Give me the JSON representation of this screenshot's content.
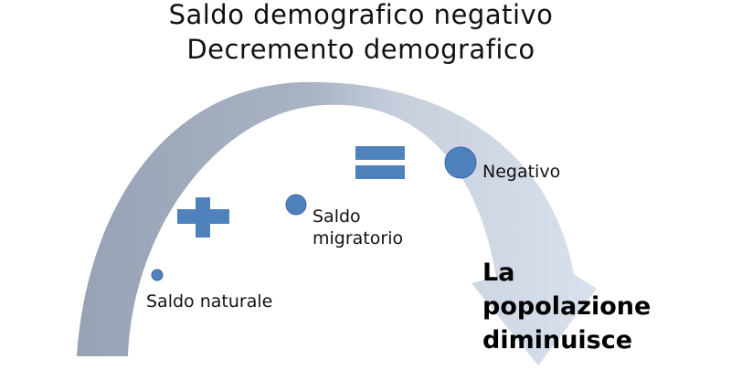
{
  "title": {
    "line1": "Saldo demografico negativo",
    "line2": "Decremento demografico"
  },
  "labels": {
    "saldo_naturale": "Saldo naturale",
    "saldo_migratorio_line1": "Saldo",
    "saldo_migratorio_line2": "migratorio",
    "negativo": "Negativo",
    "result_line1": "La",
    "result_line2": "popolazione",
    "result_line3": "diminuisce"
  },
  "colors": {
    "arc_dark": "#9aa5b7",
    "arc_light": "#d3dbeb",
    "marker_fill": "#4f81bd",
    "marker_stroke": "#3a6aa6"
  },
  "icons": [
    "plus-icon",
    "equals-icon"
  ]
}
